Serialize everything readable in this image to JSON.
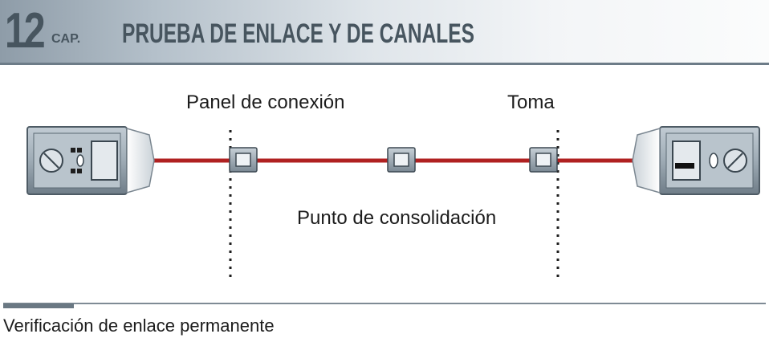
{
  "header": {
    "chapter_number": "12",
    "chapter_abbrev": "CAP.",
    "title": "PRUEBA DE ENLACE Y DE CANALES"
  },
  "diagram": {
    "labels": {
      "panel": "Panel de conexión",
      "outlet": "Toma",
      "consolidation_point": "Punto de consolidación"
    },
    "colors": {
      "cable": "#b02121",
      "device_body": "#8d9aa5",
      "connector": "#9aa7b1",
      "header_text": "#47555f"
    },
    "icons": [
      "tester-device-icon",
      "remote-device-icon",
      "connector-icon"
    ]
  },
  "footer": {
    "caption": "Verificación de enlace permanente"
  }
}
